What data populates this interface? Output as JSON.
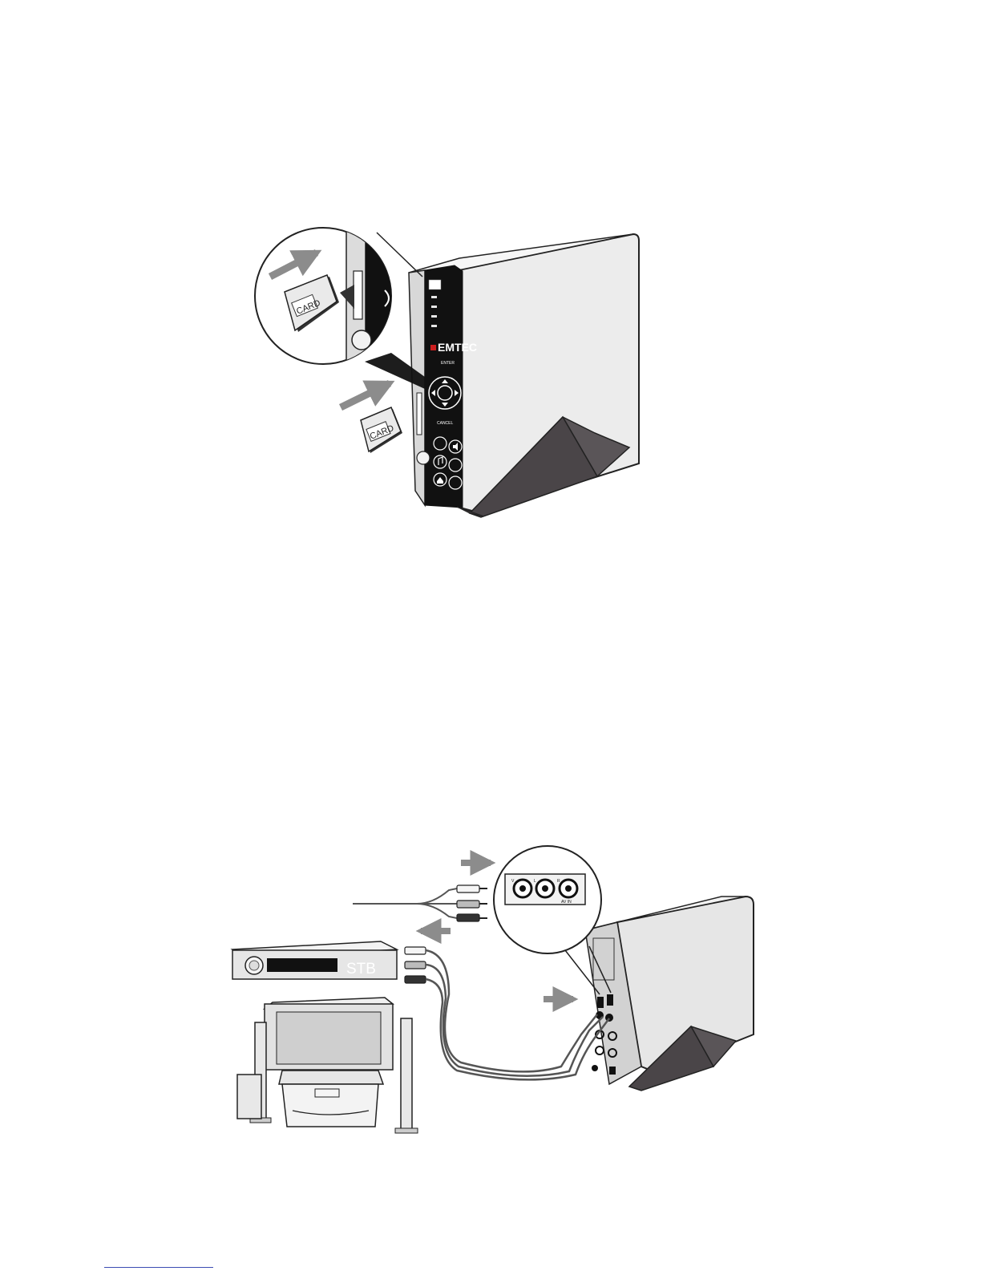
{
  "figure1": {
    "card_label_zoom": "CARD",
    "card_label_main": "CARD",
    "brand_logo": "EMTEC",
    "enter_label": "ENTER",
    "cancel_label": "CANCEL",
    "icons": [
      "arrow-right-icon",
      "music-note-icon",
      "home-icon",
      "speaker-icon",
      "nav-pad-icon"
    ]
  },
  "figure2": {
    "stb_label": "STB",
    "av_in_label": "AV IN",
    "jack_labels": [
      "V",
      "L",
      "R"
    ],
    "colors": {
      "device": "#e9e9e9",
      "stand": "#5a5558",
      "arrow": "#8c8c8c",
      "panel": "#111111"
    }
  }
}
